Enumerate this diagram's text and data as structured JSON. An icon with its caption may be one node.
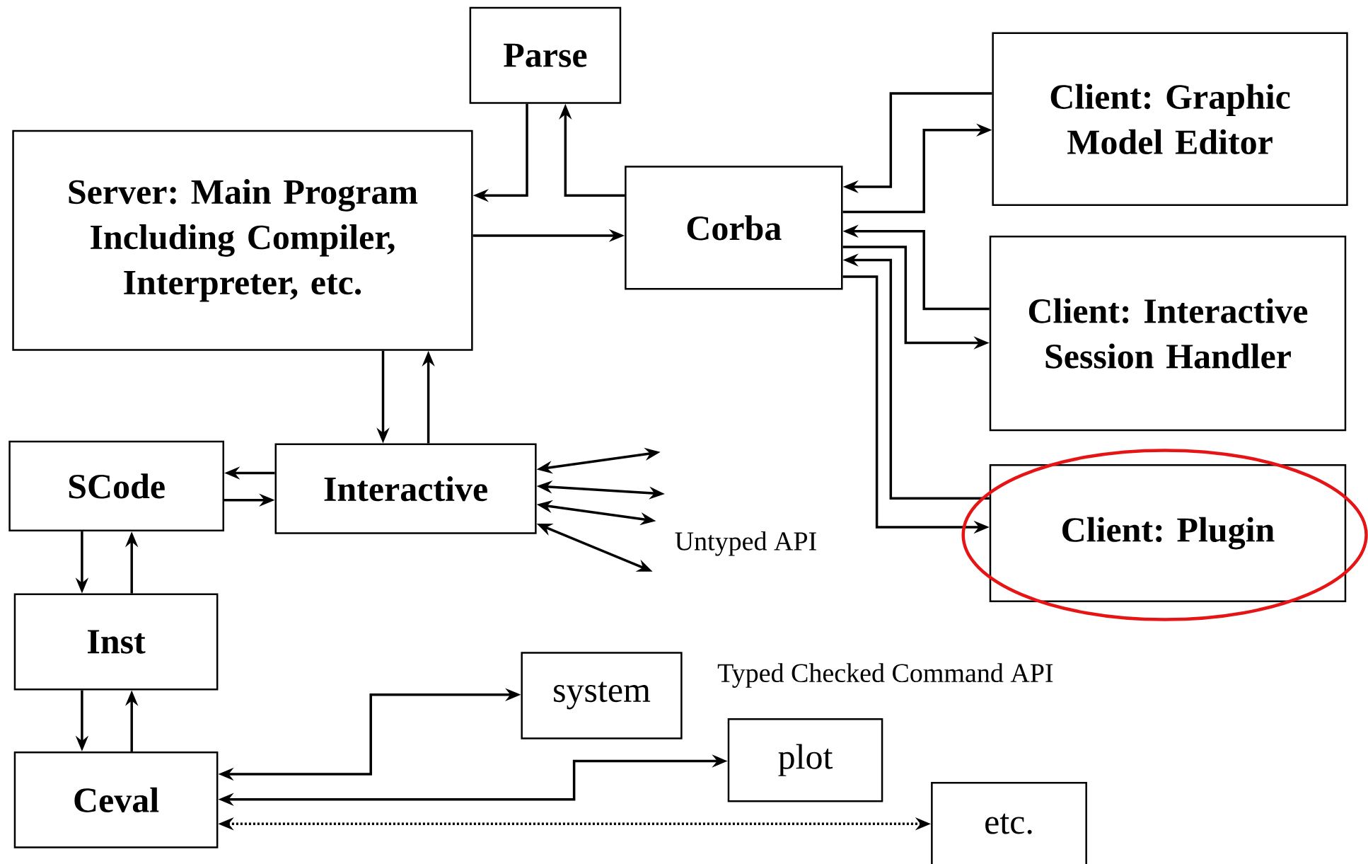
{
  "diagram": {
    "nodes": [
      {
        "text": [
          "Parse"
        ]
      },
      {
        "text": [
          "Server: Main Program Including Compiler, Interpreter, etc."
        ]
      },
      {
        "text": [
          "Corba"
        ]
      },
      {
        "text": [
          "Client: Graphic Model Editor"
        ]
      },
      {
        "text": [
          "Client: Interactive Session Handler"
        ]
      },
      {
        "text": [
          "Client: Plugin"
        ]
      },
      {
        "text": [
          "SCode"
        ]
      },
      {
        "text": [
          "Interactive"
        ]
      },
      {
        "text": [
          "Inst"
        ]
      },
      {
        "text": [
          "Ceval"
        ]
      },
      {
        "text": [
          "system"
        ]
      },
      {
        "text": [
          "plot"
        ]
      },
      {
        "text": [
          "etc."
        ]
      }
    ],
    "edges": [
      {
        "from": 0,
        "to": 1,
        "arrow": "to"
      },
      {
        "from": 2,
        "to": 0,
        "arrow": "to"
      },
      {
        "from": 1,
        "to": 2,
        "arrow": "to"
      },
      {
        "from": 3,
        "to": 2,
        "arrow": "to"
      },
      {
        "from": 2,
        "to": 3,
        "arrow": "to"
      },
      {
        "from": 4,
        "to": 2,
        "arrow": "to"
      },
      {
        "from": 2,
        "to": 4,
        "arrow": "to"
      },
      {
        "from": 5,
        "to": 2,
        "arrow": "to"
      },
      {
        "from": 2,
        "to": 5,
        "arrow": "to"
      },
      {
        "from": 1,
        "to": 7,
        "arrow": "to"
      },
      {
        "from": 7,
        "to": 1,
        "arrow": "to"
      },
      {
        "from": 7,
        "to": 6,
        "arrow": "to"
      },
      {
        "from": 6,
        "to": 7,
        "arrow": "to"
      },
      {
        "from": 6,
        "to": 8,
        "arrow": "to"
      },
      {
        "from": 8,
        "to": 6,
        "arrow": "to"
      },
      {
        "from": 8,
        "to": 9,
        "arrow": "to"
      },
      {
        "from": 9,
        "to": 8,
        "arrow": "to"
      },
      {
        "from": 9,
        "to": 10,
        "arrow": "both"
      },
      {
        "from": 9,
        "to": 11,
        "arrow": "both"
      },
      {
        "from": 9,
        "to": 12,
        "arrow": "both",
        "style": "dashed"
      },
      {
        "from": 7,
        "to": null,
        "arrow": "both"
      },
      {
        "from": 7,
        "to": null,
        "arrow": "both"
      },
      {
        "from": 7,
        "to": null,
        "arrow": "both"
      },
      {
        "from": 7,
        "to": null,
        "arrow": "both"
      }
    ],
    "labels": [
      "Untyped API",
      "Typed Checked Command API"
    ]
  }
}
